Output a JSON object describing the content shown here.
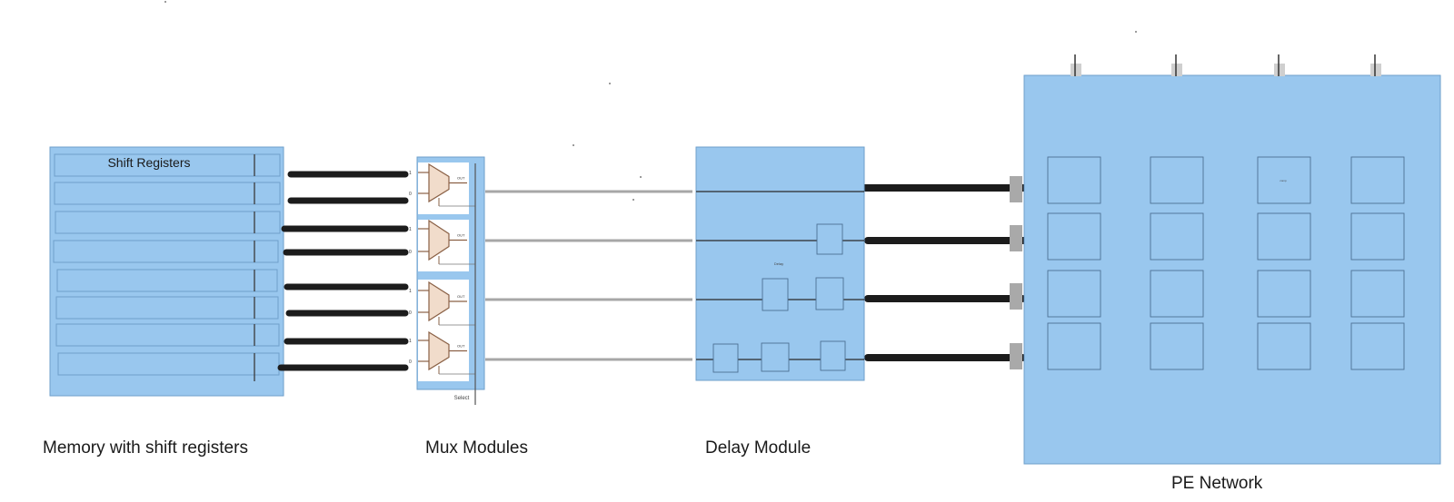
{
  "colors": {
    "block_fill": "#99c7ee",
    "block_stroke": "#6e9fcb",
    "cell_stroke": "#4d6f93",
    "thick_wire": "#1c1c1c",
    "gray_wire": "#a7a7a7",
    "mux_fill": "#f1dccb",
    "mux_stroke": "#8a6045",
    "port_fill": "#a9a9a9"
  },
  "memory": {
    "caption": "Memory with shift registers",
    "register_label": "Shift Registers",
    "register_count": 8
  },
  "mux": {
    "caption": "Mux Modules",
    "unit_count": 4,
    "input_one": "1",
    "input_zero": "0",
    "out_label": "OUT",
    "select_label": "Select"
  },
  "delay": {
    "caption": "Delay Module",
    "inner_label": "Delay",
    "lanes": 4
  },
  "pe": {
    "caption": "PE Network",
    "rows": 4,
    "cols": 4,
    "cell_label": "comp"
  }
}
